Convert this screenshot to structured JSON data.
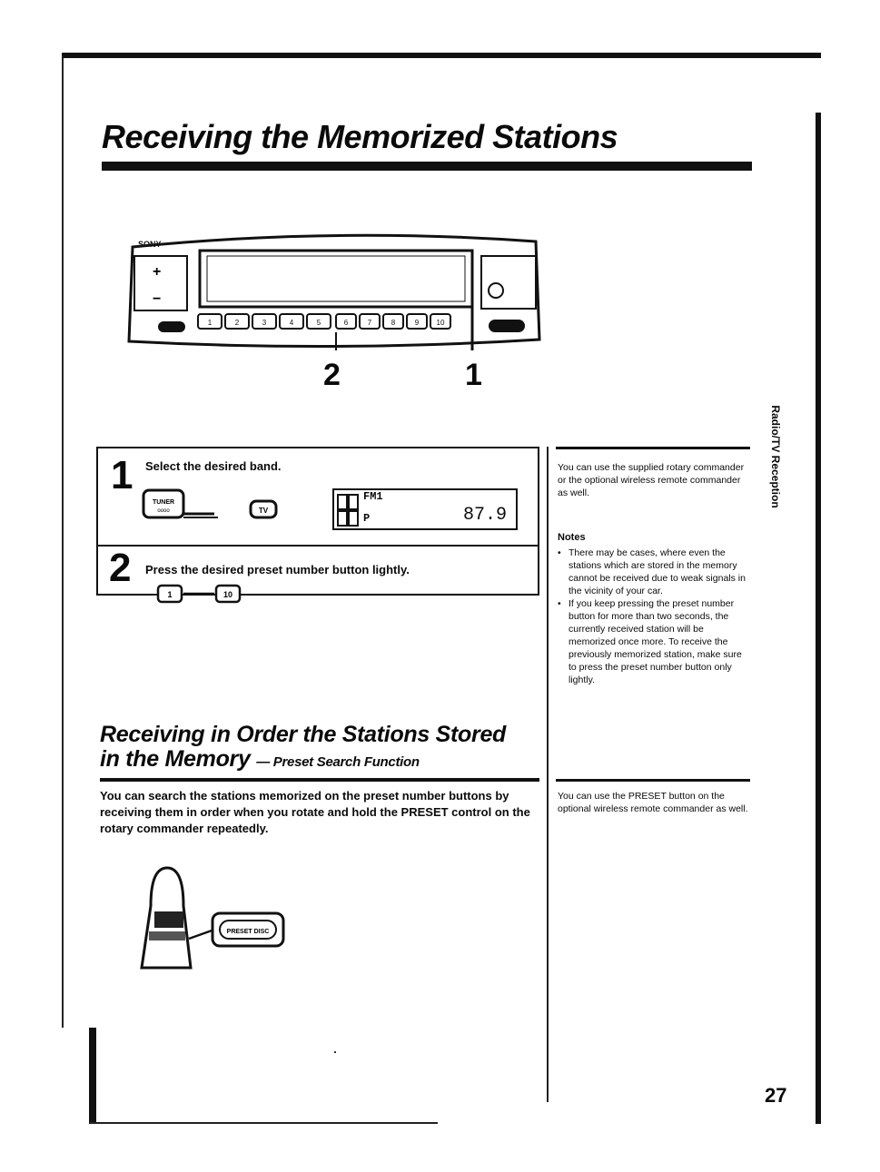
{
  "page": {
    "title": "Receiving the Memorized Stations",
    "page_number": "27",
    "side_tab": "Radio/TV Reception"
  },
  "illustration": {
    "brand": "SONY",
    "callouts": [
      "2",
      "1"
    ],
    "preset_buttons": [
      "1",
      "2",
      "3",
      "4",
      "5",
      "6",
      "7",
      "8",
      "9",
      "10"
    ]
  },
  "steps": [
    {
      "number": "1",
      "text": "Select the desired band.",
      "button_label": "TUNER",
      "tv_label": "TV",
      "display": {
        "band": "FM1",
        "indicator": "P",
        "frequency": "87.9"
      }
    },
    {
      "number": "2",
      "text": "Press the desired preset number button lightly.",
      "range_from": "1",
      "range_to": "10"
    }
  ],
  "section": {
    "title_line1": "Receiving in Order the Stations Stored",
    "title_line2": "in the Memory",
    "subtitle": "— Preset Search Function",
    "body": "You can search the stations memorized on the preset number buttons by receiving them in order when you rotate and hold the PRESET control on the rotary commander repeatedly.",
    "commander_label": "PRESET DISC"
  },
  "sidebar": {
    "note1": "You can use the supplied rotary commander or the optional wireless remote commander as well.",
    "notes_heading": "Notes",
    "notes": [
      "There may be cases, where even the stations which are stored in the memory cannot be received due to weak signals in the vicinity of your car.",
      "If you keep pressing the preset number button for more than two seconds, the currently received station will be memorized once more. To receive the previously memorized station, make sure to press the preset number button only lightly."
    ],
    "note2": "You can use the PRESET button on the optional wireless remote commander as well."
  }
}
